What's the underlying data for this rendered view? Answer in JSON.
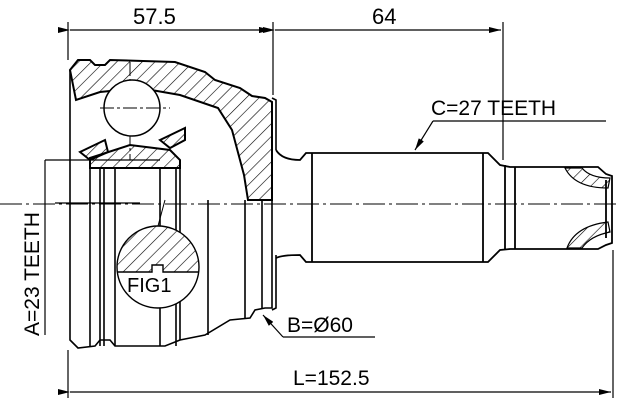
{
  "drawing": {
    "title": "CV joint outer assembly technical drawing",
    "colors": {
      "line": "#000000",
      "background": "#ffffff"
    },
    "dimensions": {
      "outer_housing_length": "57.5",
      "shaft_length": "64",
      "total_length": "L=152.5"
    },
    "callouts": {
      "inner_spline": "A=23 TEETH",
      "outer_spline": "C=27 TEETH",
      "seal_diameter": "B=Ø60",
      "figure_label": "FIG1"
    }
  }
}
